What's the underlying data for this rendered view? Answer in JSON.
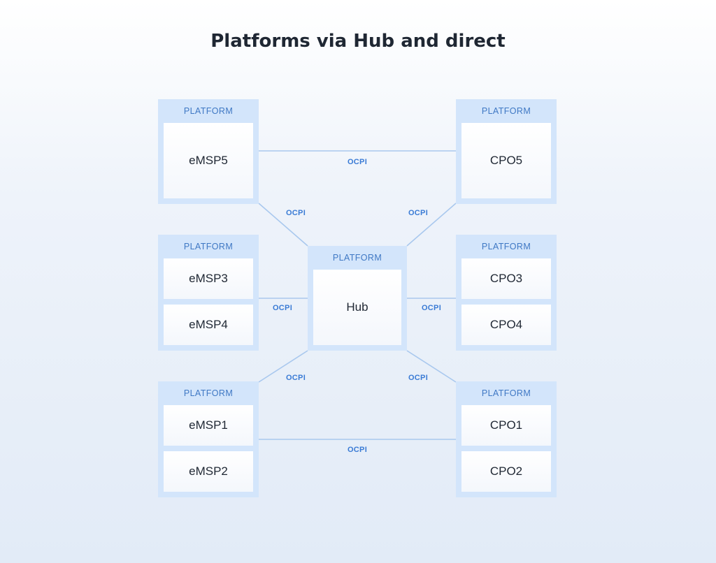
{
  "title": "Platforms via Hub and direct",
  "platform_label": "PLATFORM",
  "link_label": "OCPI",
  "platforms": {
    "emsp_top": {
      "nodes": [
        "eMSP5"
      ]
    },
    "cpo_top": {
      "nodes": [
        "CPO5"
      ]
    },
    "emsp_mid": {
      "nodes": [
        "eMSP3",
        "eMSP4"
      ]
    },
    "hub": {
      "nodes": [
        "Hub"
      ]
    },
    "cpo_mid": {
      "nodes": [
        "CPO3",
        "CPO4"
      ]
    },
    "emsp_bot": {
      "nodes": [
        "eMSP1",
        "eMSP2"
      ]
    },
    "cpo_bot": {
      "nodes": [
        "CPO1",
        "CPO2"
      ]
    }
  },
  "colors": {
    "platform_fill": "#d3e5fb",
    "label": "#3f78c4",
    "connector": "#a9c8ee",
    "ocpi": "#3a7bd5"
  }
}
